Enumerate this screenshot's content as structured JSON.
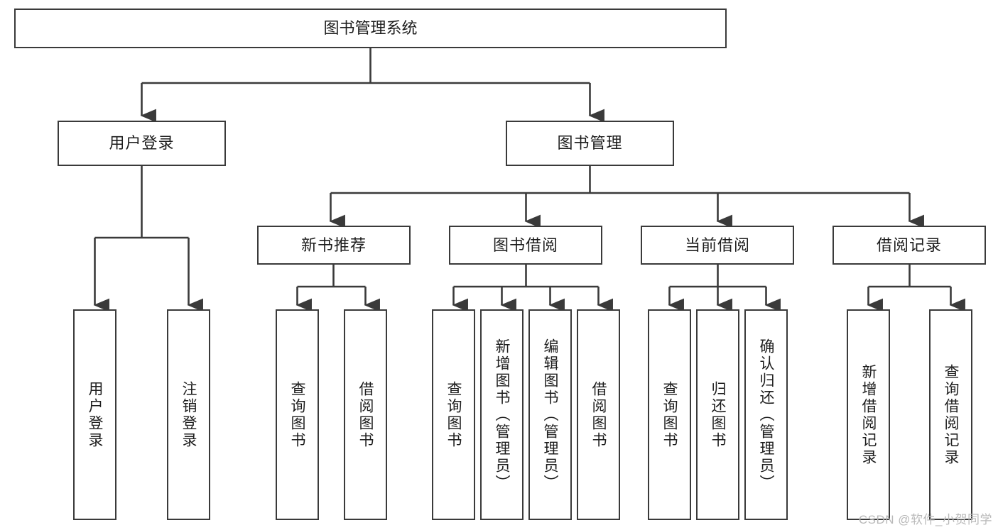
{
  "diagram": {
    "title": "图书管理系统",
    "watermark": "CSDN @软件_小贺同学",
    "colors": {
      "background": "#ffffff",
      "box_border": "#3a3a3a",
      "box_fill": "#ffffff",
      "text": "#1d1d1d",
      "connector": "#3a3a3a",
      "watermark": "#b9b9b9"
    },
    "root": {
      "label": "图书管理系统"
    },
    "level2": [
      {
        "label": "用户登录"
      },
      {
        "label": "图书管理"
      }
    ],
    "level3": [
      {
        "label": "新书推荐"
      },
      {
        "label": "图书借阅"
      },
      {
        "label": "当前借阅"
      },
      {
        "label": "借阅记录"
      }
    ],
    "leaves": {
      "user_login": [
        {
          "label": "用户登录"
        },
        {
          "label": "注销登录"
        }
      ],
      "new_book": [
        {
          "label": "查询图书"
        },
        {
          "label": "借阅图书"
        }
      ],
      "book_borrow": [
        {
          "label": "查询图书"
        },
        {
          "label": "新增图书（管理员）"
        },
        {
          "label": "编辑图书（管理员）"
        },
        {
          "label": "借阅图书"
        }
      ],
      "current_borrow": [
        {
          "label": "查询图书"
        },
        {
          "label": "归还图书"
        },
        {
          "label": "确认归还（管理员）"
        }
      ],
      "borrow_record": [
        {
          "label": "新增借阅记录"
        },
        {
          "label": "查询借阅记录"
        }
      ]
    }
  }
}
